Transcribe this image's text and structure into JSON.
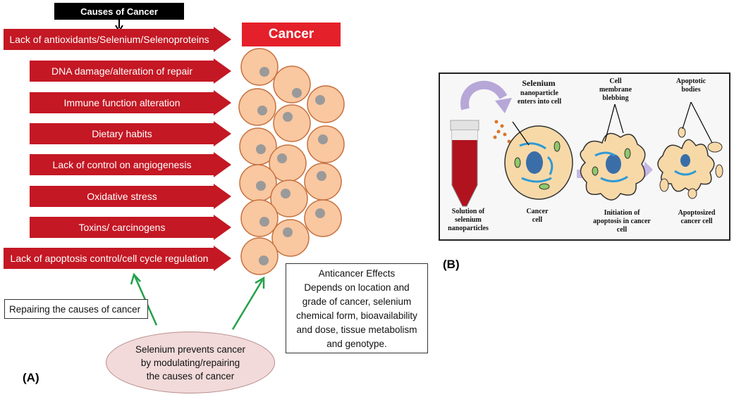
{
  "panel_a": {
    "title": "Causes of Cancer",
    "causes": [
      "Lack of antioxidants/Selenium/Selenoproteins",
      "DNA damage/alteration of repair",
      "Immune function alteration",
      "Dietary habits",
      "Lack of control on angiogenesis",
      "Oxidative stress",
      "Toxins/ carcinogens",
      "Lack of apoptosis control/cell cycle regulation"
    ],
    "cancer_label": "Cancer",
    "repair_label": "Repairing the causes of cancer",
    "effects_lines": [
      "Anticancer Effects",
      "Depends on location and",
      "grade of cancer, selenium",
      "chemical form, bioavailability",
      "and dose, tissue metabolism",
      "and genotype."
    ],
    "selenium_lines": [
      "Selenium prevents cancer",
      "by modulating/repairing",
      "the causes of cancer"
    ],
    "panel_label": "(A)",
    "colors": {
      "arrow": "#c41824",
      "cancer_box": "#e4202a",
      "cell_fill": "#f9c7a0",
      "cell_stroke": "#c6713e",
      "nucleus": "#9a9a9a",
      "green_arrow": "#22a14a"
    }
  },
  "panel_b": {
    "panel_label": "(B)",
    "labels": {
      "selenium_title": "Selenium",
      "selenium_sub": [
        "nanoparticle",
        "enters into cell"
      ],
      "cell_membrane": [
        "Cell",
        "membrane",
        "blebbing"
      ],
      "apoptotic": [
        "Apoptotic",
        "bodies"
      ],
      "solution": [
        "Solution of",
        "selenium",
        "nanoparticles"
      ],
      "cancer_cell": [
        "Cancer",
        "cell"
      ],
      "initiation": [
        "Initiation of",
        "apoptosis in cancer",
        "cell"
      ],
      "apoptosized": [
        "Apoptosized",
        "cancer cell"
      ]
    }
  }
}
